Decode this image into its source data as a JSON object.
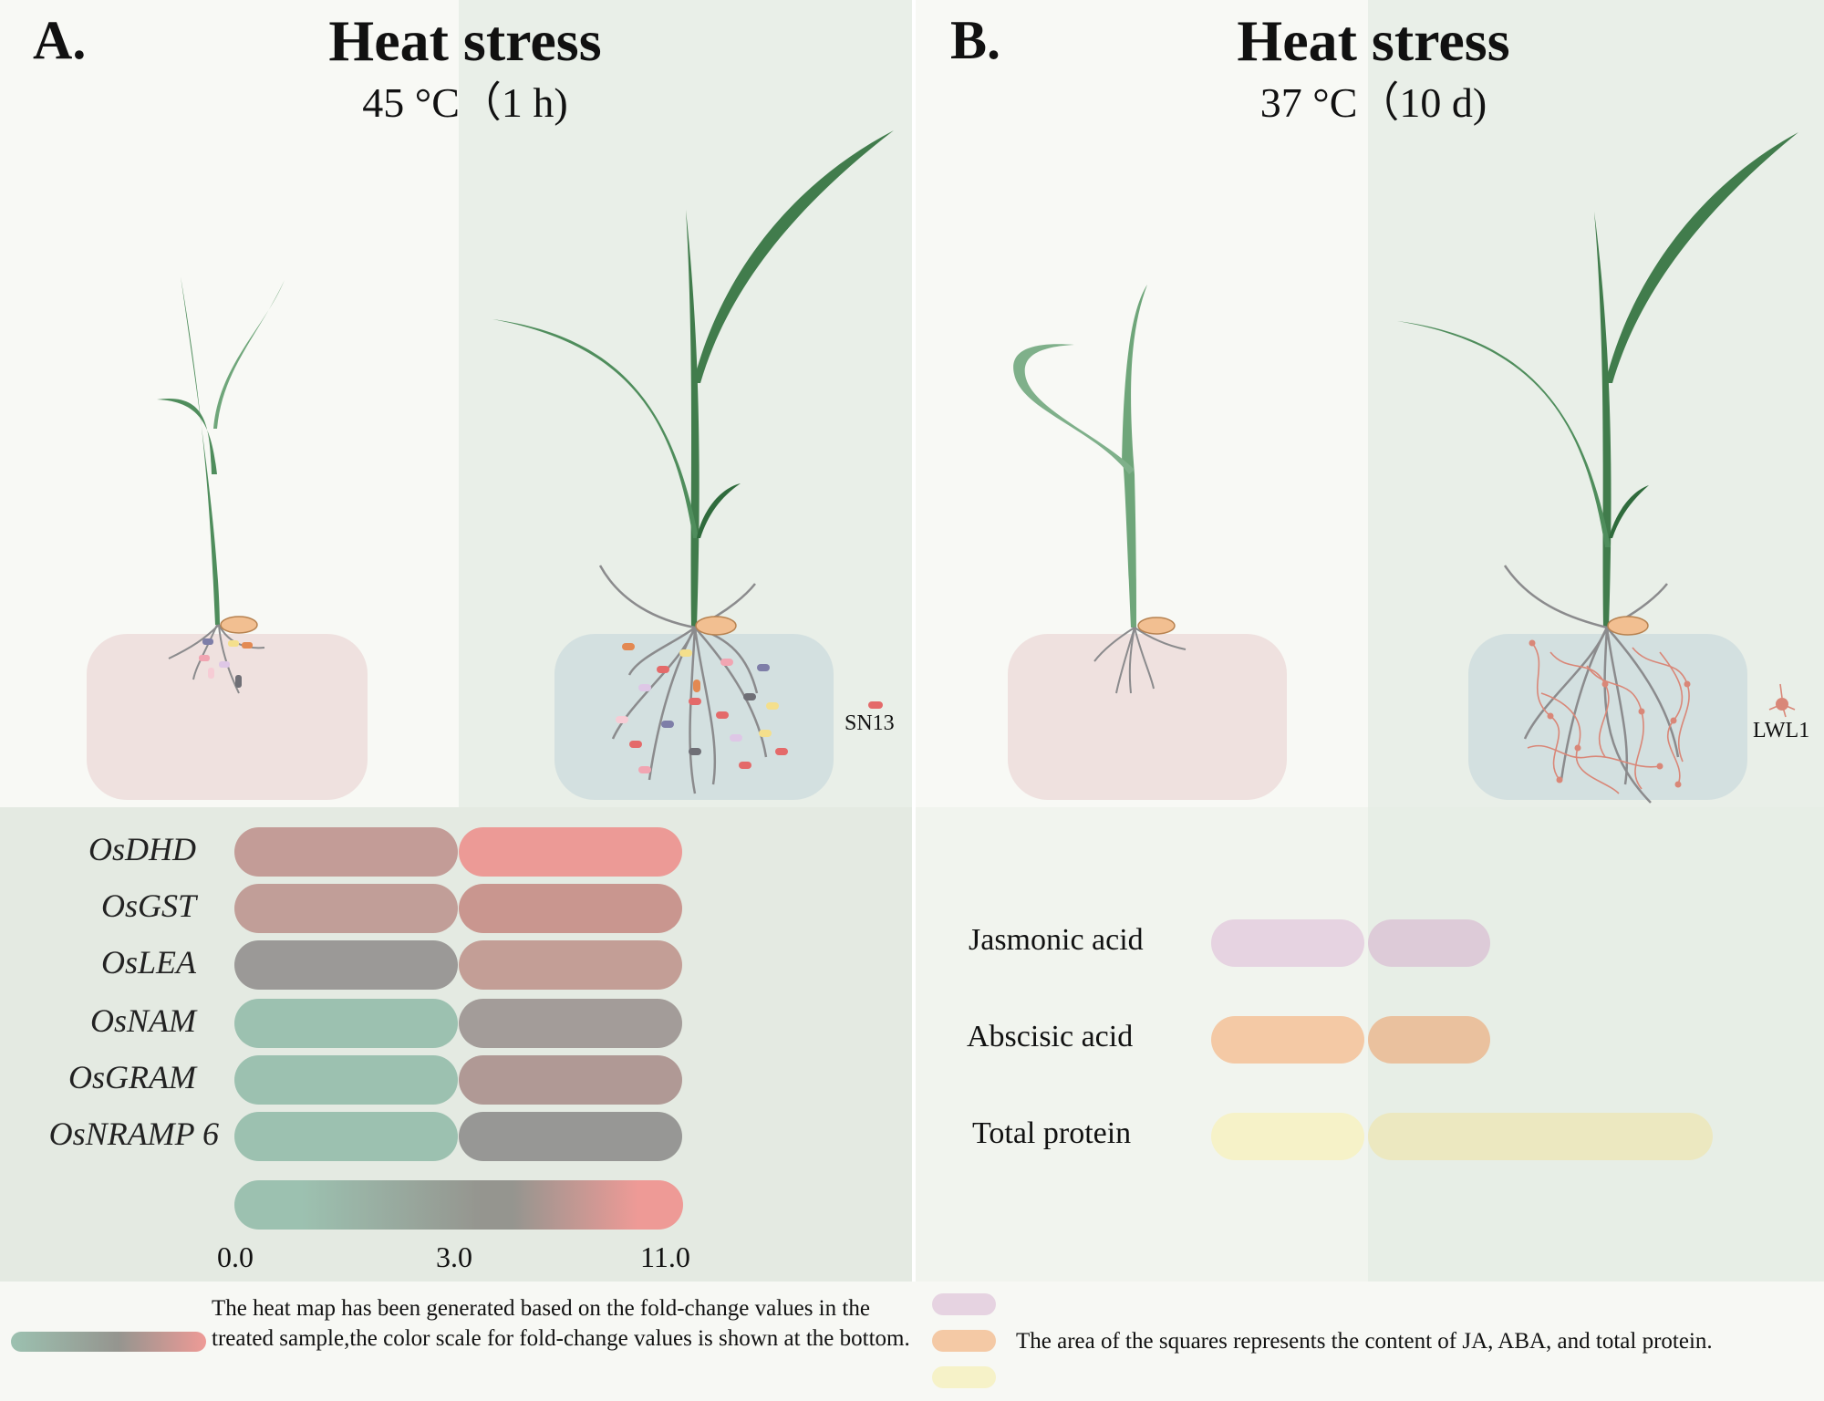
{
  "panel_a": {
    "letter": "A.",
    "title": "Heat stress",
    "subtitle": "45 °C（1 h)",
    "microbe_label": "SN13",
    "genes": [
      "OsDHD",
      "OsGST",
      "OsLEA",
      "OsNAM",
      "OsGRAM",
      "OsNRAMP 6"
    ],
    "heatmap": {
      "scale_ticks": [
        "0.0",
        "3.0",
        "11.0"
      ],
      "colors": {
        "control": [
          "#c39c97",
          "#c19e98",
          "#9b9997",
          "#9cc1b0",
          "#9cc1b0",
          "#9cc1b0"
        ],
        "treated": [
          "#ec9a96",
          "#c9968f",
          "#c39e96",
          "#a39c99",
          "#b09995",
          "#979795"
        ]
      },
      "scale_colors": [
        "#9cc1b0",
        "#95958f",
        "#ee9a96"
      ]
    },
    "note": "The heat map has been generated based on the fold-change values in the treated sample,the color scale for fold-change values is shown at the bottom."
  },
  "panel_b": {
    "letter": "B.",
    "title": "Heat stress",
    "subtitle": "37 °C（10 d)",
    "microbe_label": "LWL1",
    "measures": [
      {
        "label": "Jasmonic acid",
        "control": 1.0,
        "treated": 0.8,
        "color": "#e6d3e1"
      },
      {
        "label": "Abscisic acid",
        "control": 1.0,
        "treated": 0.8,
        "color": "#f4c9a5"
      },
      {
        "label": "Total protein",
        "control": 1.0,
        "treated": 2.25,
        "color": "#f6f2c8"
      }
    ],
    "note": "The area of the squares represents the content of JA, ABA, and total protein."
  }
}
